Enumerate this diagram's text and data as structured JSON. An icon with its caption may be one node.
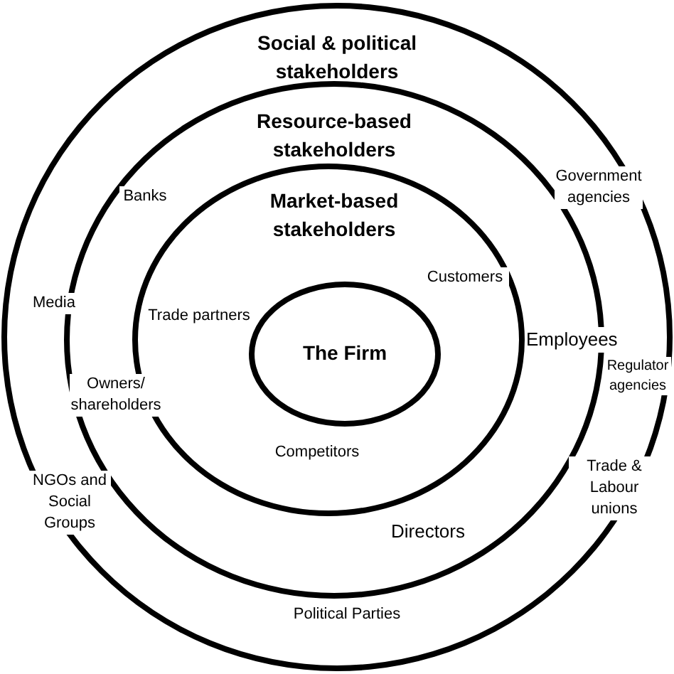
{
  "diagram": {
    "nodes": [
      {
        "text": [
          "Social & political stakeholders"
        ]
      },
      {
        "text": [
          "Resource-based stakeholders"
        ],
        "in": 0
      },
      {
        "text": [
          "Market-based stakeholders"
        ],
        "in": 1
      },
      {
        "text": [
          "The Firm"
        ],
        "in": 2
      }
    ],
    "labels": [
      "Government agencies",
      "Banks",
      "Customers",
      "Media",
      "Trade partners",
      "Employees",
      "Regulator agencies",
      "Owners/ shareholders",
      "Competitors",
      "Trade & Labour unions",
      "NGOs and Social Groups",
      "Directors",
      "Political Parties"
    ]
  }
}
